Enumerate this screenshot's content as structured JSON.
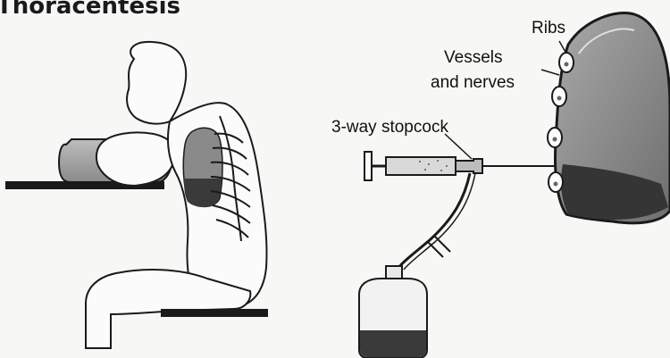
{
  "title": "Thoracentesis",
  "labels": {
    "ribs": "Ribs",
    "vessels_line1": "Vessels",
    "vessels_line2": "and nerves",
    "stopcock": "3-way stopcock"
  },
  "colors": {
    "ink": "#1a1a1a",
    "lung_gray": "#7d7d7d",
    "fluid_dark": "#3a3a3a",
    "paper": "#f7f7f5"
  }
}
